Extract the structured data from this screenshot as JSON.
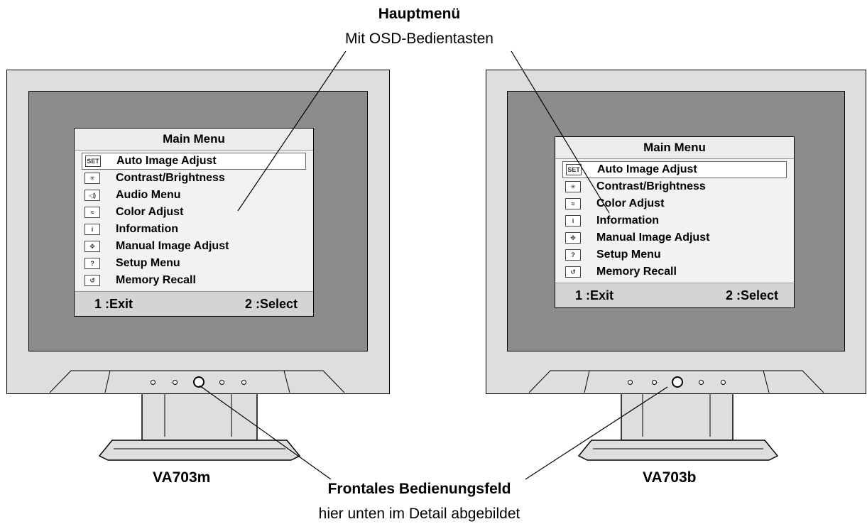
{
  "header": {
    "title": "Hauptmenü",
    "subtitle": "Mit OSD-Bedientasten"
  },
  "footer": {
    "title": "Frontales Bedienungsfeld",
    "subtitle": "hier unten im Detail abgebildet"
  },
  "monitors": [
    {
      "model": "VA703m",
      "menu_title": "Main Menu",
      "items": [
        {
          "icon": "auto-set-icon",
          "icon_text": "SET",
          "label": "Auto Image Adjust",
          "selected": true
        },
        {
          "icon": "contrast-brightness-icon",
          "icon_text": "✳",
          "label": "Contrast/Brightness"
        },
        {
          "icon": "audio-icon",
          "icon_text": "◁)",
          "label": "Audio Menu"
        },
        {
          "icon": "color-adjust-icon",
          "icon_text": "≈",
          "label": "Color Adjust"
        },
        {
          "icon": "information-icon",
          "icon_text": "i",
          "label": "Information"
        },
        {
          "icon": "manual-adjust-icon",
          "icon_text": "✥",
          "label": "Manual Image Adjust"
        },
        {
          "icon": "setup-menu-icon",
          "icon_text": "?",
          "label": "Setup Menu"
        },
        {
          "icon": "memory-recall-icon",
          "icon_text": "↺",
          "label": "Memory Recall"
        }
      ],
      "exit_label": "1 :Exit",
      "select_label": "2 :Select"
    },
    {
      "model": "VA703b",
      "menu_title": "Main Menu",
      "items": [
        {
          "icon": "auto-set-icon",
          "icon_text": "SET",
          "label": "Auto Image Adjust",
          "selected": true
        },
        {
          "icon": "contrast-brightness-icon",
          "icon_text": "✳",
          "label": "Contrast/Brightness"
        },
        {
          "icon": "color-adjust-icon",
          "icon_text": "≈",
          "label": "Color Adjust"
        },
        {
          "icon": "information-icon",
          "icon_text": "i",
          "label": "Information"
        },
        {
          "icon": "manual-adjust-icon",
          "icon_text": "✥",
          "label": "Manual Image Adjust"
        },
        {
          "icon": "setup-menu-icon",
          "icon_text": "?",
          "label": "Setup Menu"
        },
        {
          "icon": "memory-recall-icon",
          "icon_text": "↺",
          "label": "Memory Recall"
        }
      ],
      "exit_label": "1 :Exit",
      "select_label": "2 :Select"
    }
  ]
}
